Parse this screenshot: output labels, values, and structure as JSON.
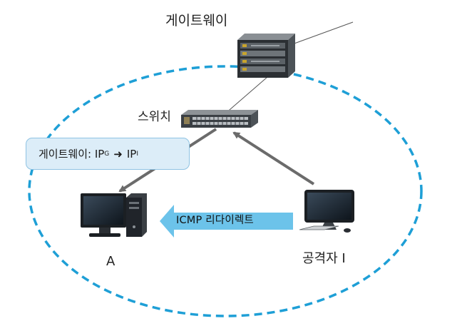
{
  "labels": {
    "gateway": "게이트웨이",
    "switch": "스위치",
    "host_a": "A",
    "attacker": "공격자 I"
  },
  "callout": {
    "prefix": "게이트웨이: IP",
    "from_sub": "G",
    "to_main": "IP",
    "to_sub": "I"
  },
  "icmp_banner": "ICMP 리다이렉트",
  "colors": {
    "network_boundary": "#1e9fd6",
    "callout_fill": "#dcedf8",
    "callout_border": "#8fc3e3",
    "banner_fill": "#6cc3ea",
    "arrow": "#6b6b6b"
  },
  "icons": {
    "gateway": "router-chassis-icon",
    "switch": "network-switch-icon",
    "host_a": "desktop-computer-icon",
    "attacker": "all-in-one-computer-icon"
  }
}
